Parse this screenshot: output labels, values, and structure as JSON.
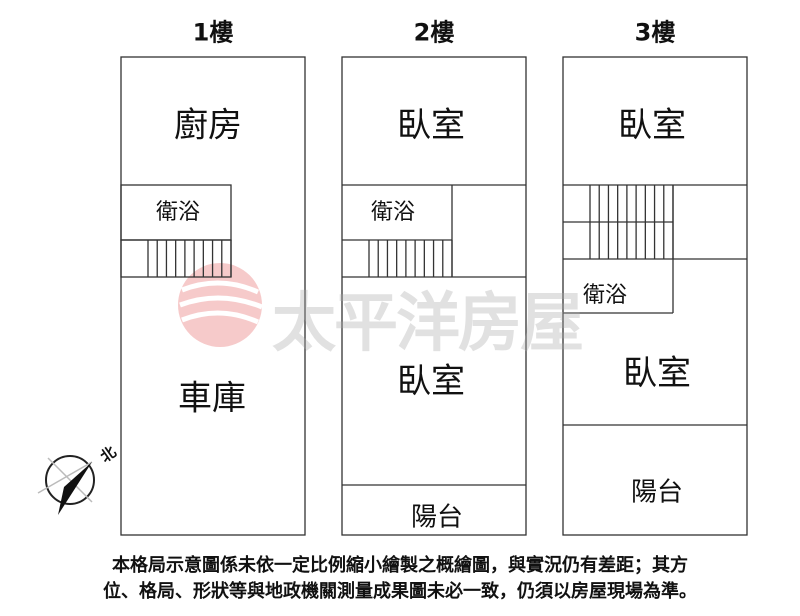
{
  "floors": [
    {
      "title": "1樓",
      "rooms": [
        "廚房",
        "衛浴",
        "車庫"
      ]
    },
    {
      "title": "2樓",
      "rooms": [
        "臥室",
        "衛浴",
        "臥室",
        "陽台"
      ]
    },
    {
      "title": "3樓",
      "rooms": [
        "臥室",
        "衛浴",
        "臥室",
        "陽台"
      ]
    }
  ],
  "compass": {
    "label": "北"
  },
  "watermark": {
    "text": "太平洋房屋",
    "color": "#e05050"
  },
  "disclaimer": {
    "line1": "本格局示意圖係未依一定比例縮小繪製之概繪圖，與實況仍有差距；其方",
    "line2": "位、格局、形狀等與地政機關測量成果圖未必一致，仍須以房屋現場為準。"
  }
}
